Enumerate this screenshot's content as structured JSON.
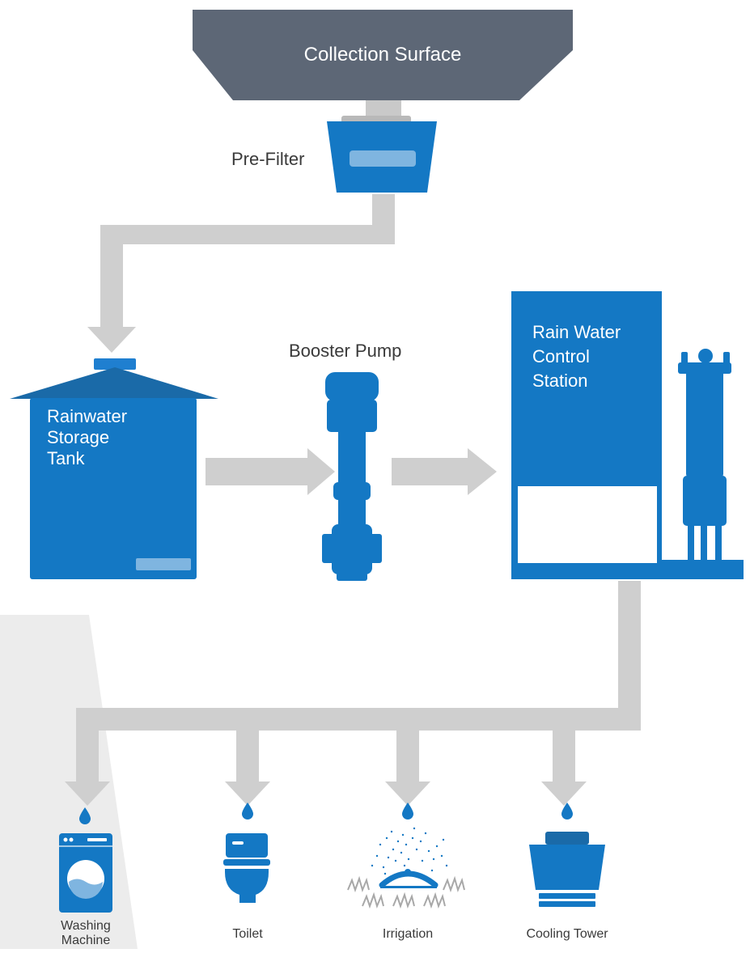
{
  "diagram": {
    "collection_surface": "Collection Surface",
    "pre_filter": "Pre-Filter",
    "storage_tank": "Rainwater\nStorage\nTank",
    "booster_pump": "Booster Pump",
    "control_station": "Rain Water\nControl\nStation",
    "uses": [
      {
        "label": "Washing\nMachine",
        "icon": "washing-machine-icon"
      },
      {
        "label": "Toilet",
        "icon": "toilet-icon"
      },
      {
        "label": "Irrigation",
        "icon": "sprinkler-icon"
      },
      {
        "label": "Cooling Tower",
        "icon": "cooling-tower-icon"
      }
    ],
    "colors": {
      "blue": "#1478c4",
      "dark_blue": "#1a6aa8",
      "light_blue": "#7fb5e0",
      "slate": "#5d6776",
      "pipe": "#cfcfcf",
      "background_band": "#ececec",
      "text": "#3a3a3a"
    }
  }
}
